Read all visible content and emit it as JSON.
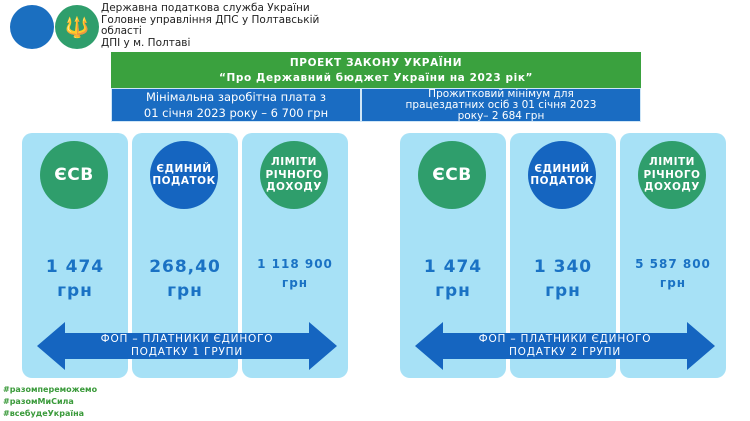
{
  "header": {
    "org_lines": [
      "Державна податкова служба України",
      "Головне управління ДПС у Полтавській",
      "області",
      "ДПІ у м. Полтаві"
    ],
    "logo_icon": "trident-icon"
  },
  "title": {
    "line1": "ПРОЕКТ ЗАКОНУ УКРАЇНИ",
    "line2": "“Про Державний бюджет України на 2023 рік”"
  },
  "min_wage": {
    "line1": "Мінімальна заробітна плата з",
    "line2": "01 січня 2023 року – 6 700 грн"
  },
  "subsistence": {
    "line1": "Прожитковий мінімум для",
    "line2": "працездатних осіб з 01 січня 2023",
    "line3": "року– 2 684 грн"
  },
  "groups": [
    {
      "arrow_line1": "ФОП – ПЛАТНИКИ ЄДИНОГО",
      "arrow_line2": "ПОДАТКУ 1 ГРУПИ",
      "cards": [
        {
          "label": [
            "ЄСВ"
          ],
          "value": "1 474",
          "unit": "грн"
        },
        {
          "label": [
            "ЄДИНИЙ",
            "ПОДАТОК"
          ],
          "value": "268,40",
          "unit": "грн"
        },
        {
          "label": [
            "ЛІМІТИ",
            "РІЧНОГО",
            "ДОХОДУ"
          ],
          "value": "1 118 900",
          "unit": "грн"
        }
      ]
    },
    {
      "arrow_line1": "ФОП – ПЛАТНИКИ ЄДИНОГО",
      "arrow_line2": "ПОДАТКУ 2 ГРУПИ",
      "cards": [
        {
          "label": [
            "ЄСВ"
          ],
          "value": "1 474",
          "unit": "грн"
        },
        {
          "label": [
            "ЄДИНИЙ",
            "ПОДАТОК"
          ],
          "value": "1 340",
          "unit": "грн"
        },
        {
          "label": [
            "ЛІМІТИ",
            "РІЧНОГО",
            "ДОХОДУ"
          ],
          "value": "5 587 800",
          "unit": "грн"
        }
      ]
    }
  ],
  "hashtags": [
    "#разомпереможемо",
    "#разомМиСила",
    "#всебудеУкраїна"
  ]
}
